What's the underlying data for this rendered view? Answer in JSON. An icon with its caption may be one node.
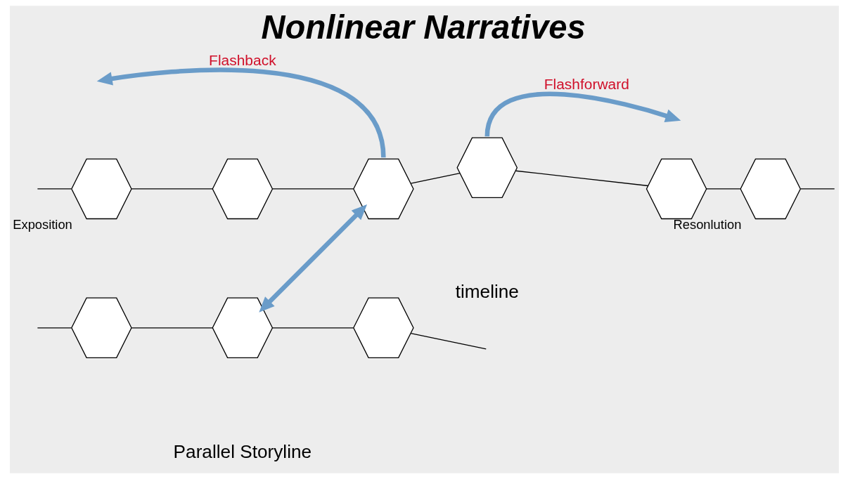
{
  "diagram": {
    "title": "Nonlinear Narratives",
    "nodes": [
      {
        "text": [],
        "shape": "hexagon",
        "beside": [
          "Exposition"
        ]
      },
      {
        "text": [],
        "shape": "hexagon"
      },
      {
        "text": [],
        "shape": "hexagon"
      },
      {
        "text": [],
        "shape": "hexagon"
      },
      {
        "text": [],
        "shape": "hexagon"
      },
      {
        "text": [],
        "shape": "hexagon",
        "beside": [
          "Resonlution"
        ]
      },
      {
        "text": [],
        "shape": "hexagon"
      },
      {
        "text": [],
        "shape": "hexagon"
      },
      {
        "text": [],
        "shape": "hexagon"
      }
    ],
    "edges": [
      {
        "from": null,
        "to": 0,
        "arrow": "none"
      },
      {
        "from": 0,
        "to": 1,
        "arrow": "none"
      },
      {
        "from": 1,
        "to": 2,
        "arrow": "none"
      },
      {
        "from": 2,
        "to": 3,
        "arrow": "none"
      },
      {
        "from": 3,
        "to": 4,
        "arrow": "none"
      },
      {
        "from": 4,
        "to": 5,
        "arrow": "none"
      },
      {
        "from": 5,
        "to": null,
        "arrow": "none"
      },
      {
        "from": null,
        "to": 6,
        "arrow": "none"
      },
      {
        "from": 6,
        "to": 7,
        "arrow": "none"
      },
      {
        "from": 7,
        "to": 8,
        "arrow": "none"
      },
      {
        "from": 8,
        "to": null,
        "arrow": "none"
      },
      {
        "from": 2,
        "to": null,
        "arrow": "to",
        "label": "Flashback",
        "style": "thick",
        "color": "#6a9cc9"
      },
      {
        "from": 3,
        "to": null,
        "arrow": "to",
        "label": "Flashforward",
        "style": "thick",
        "color": "#6a9cc9"
      },
      {
        "from": 7,
        "to": 2,
        "arrow": "both",
        "style": "thick",
        "color": "#6a9cc9"
      }
    ],
    "labels": [
      "timeline",
      "Parallel Storyline"
    ]
  }
}
